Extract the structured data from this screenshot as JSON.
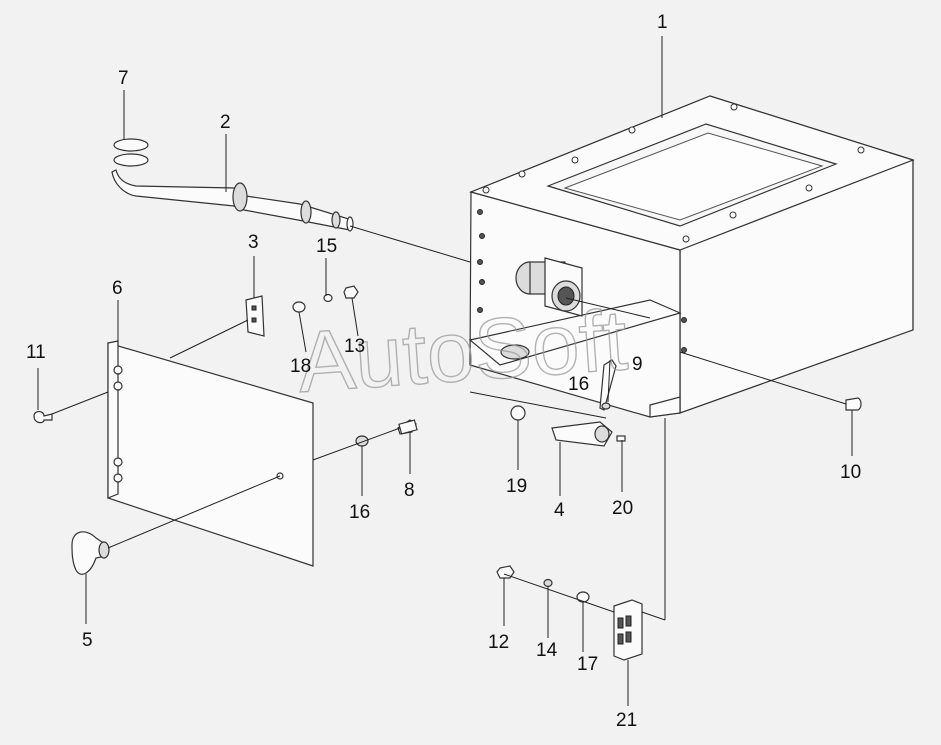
{
  "watermark": "AutoSoft",
  "callouts": {
    "c1": "1",
    "c2": "2",
    "c3": "3",
    "c4": "4",
    "c5": "5",
    "c6": "6",
    "c7": "7",
    "c8": "8",
    "c9": "9",
    "c10": "10",
    "c11": "11",
    "c12": "12",
    "c13": "13",
    "c14": "14",
    "c15": "15",
    "c16a": "16",
    "c16b": "16",
    "c17": "17",
    "c18": "18",
    "c19": "19",
    "c20": "20",
    "c21": "21"
  }
}
